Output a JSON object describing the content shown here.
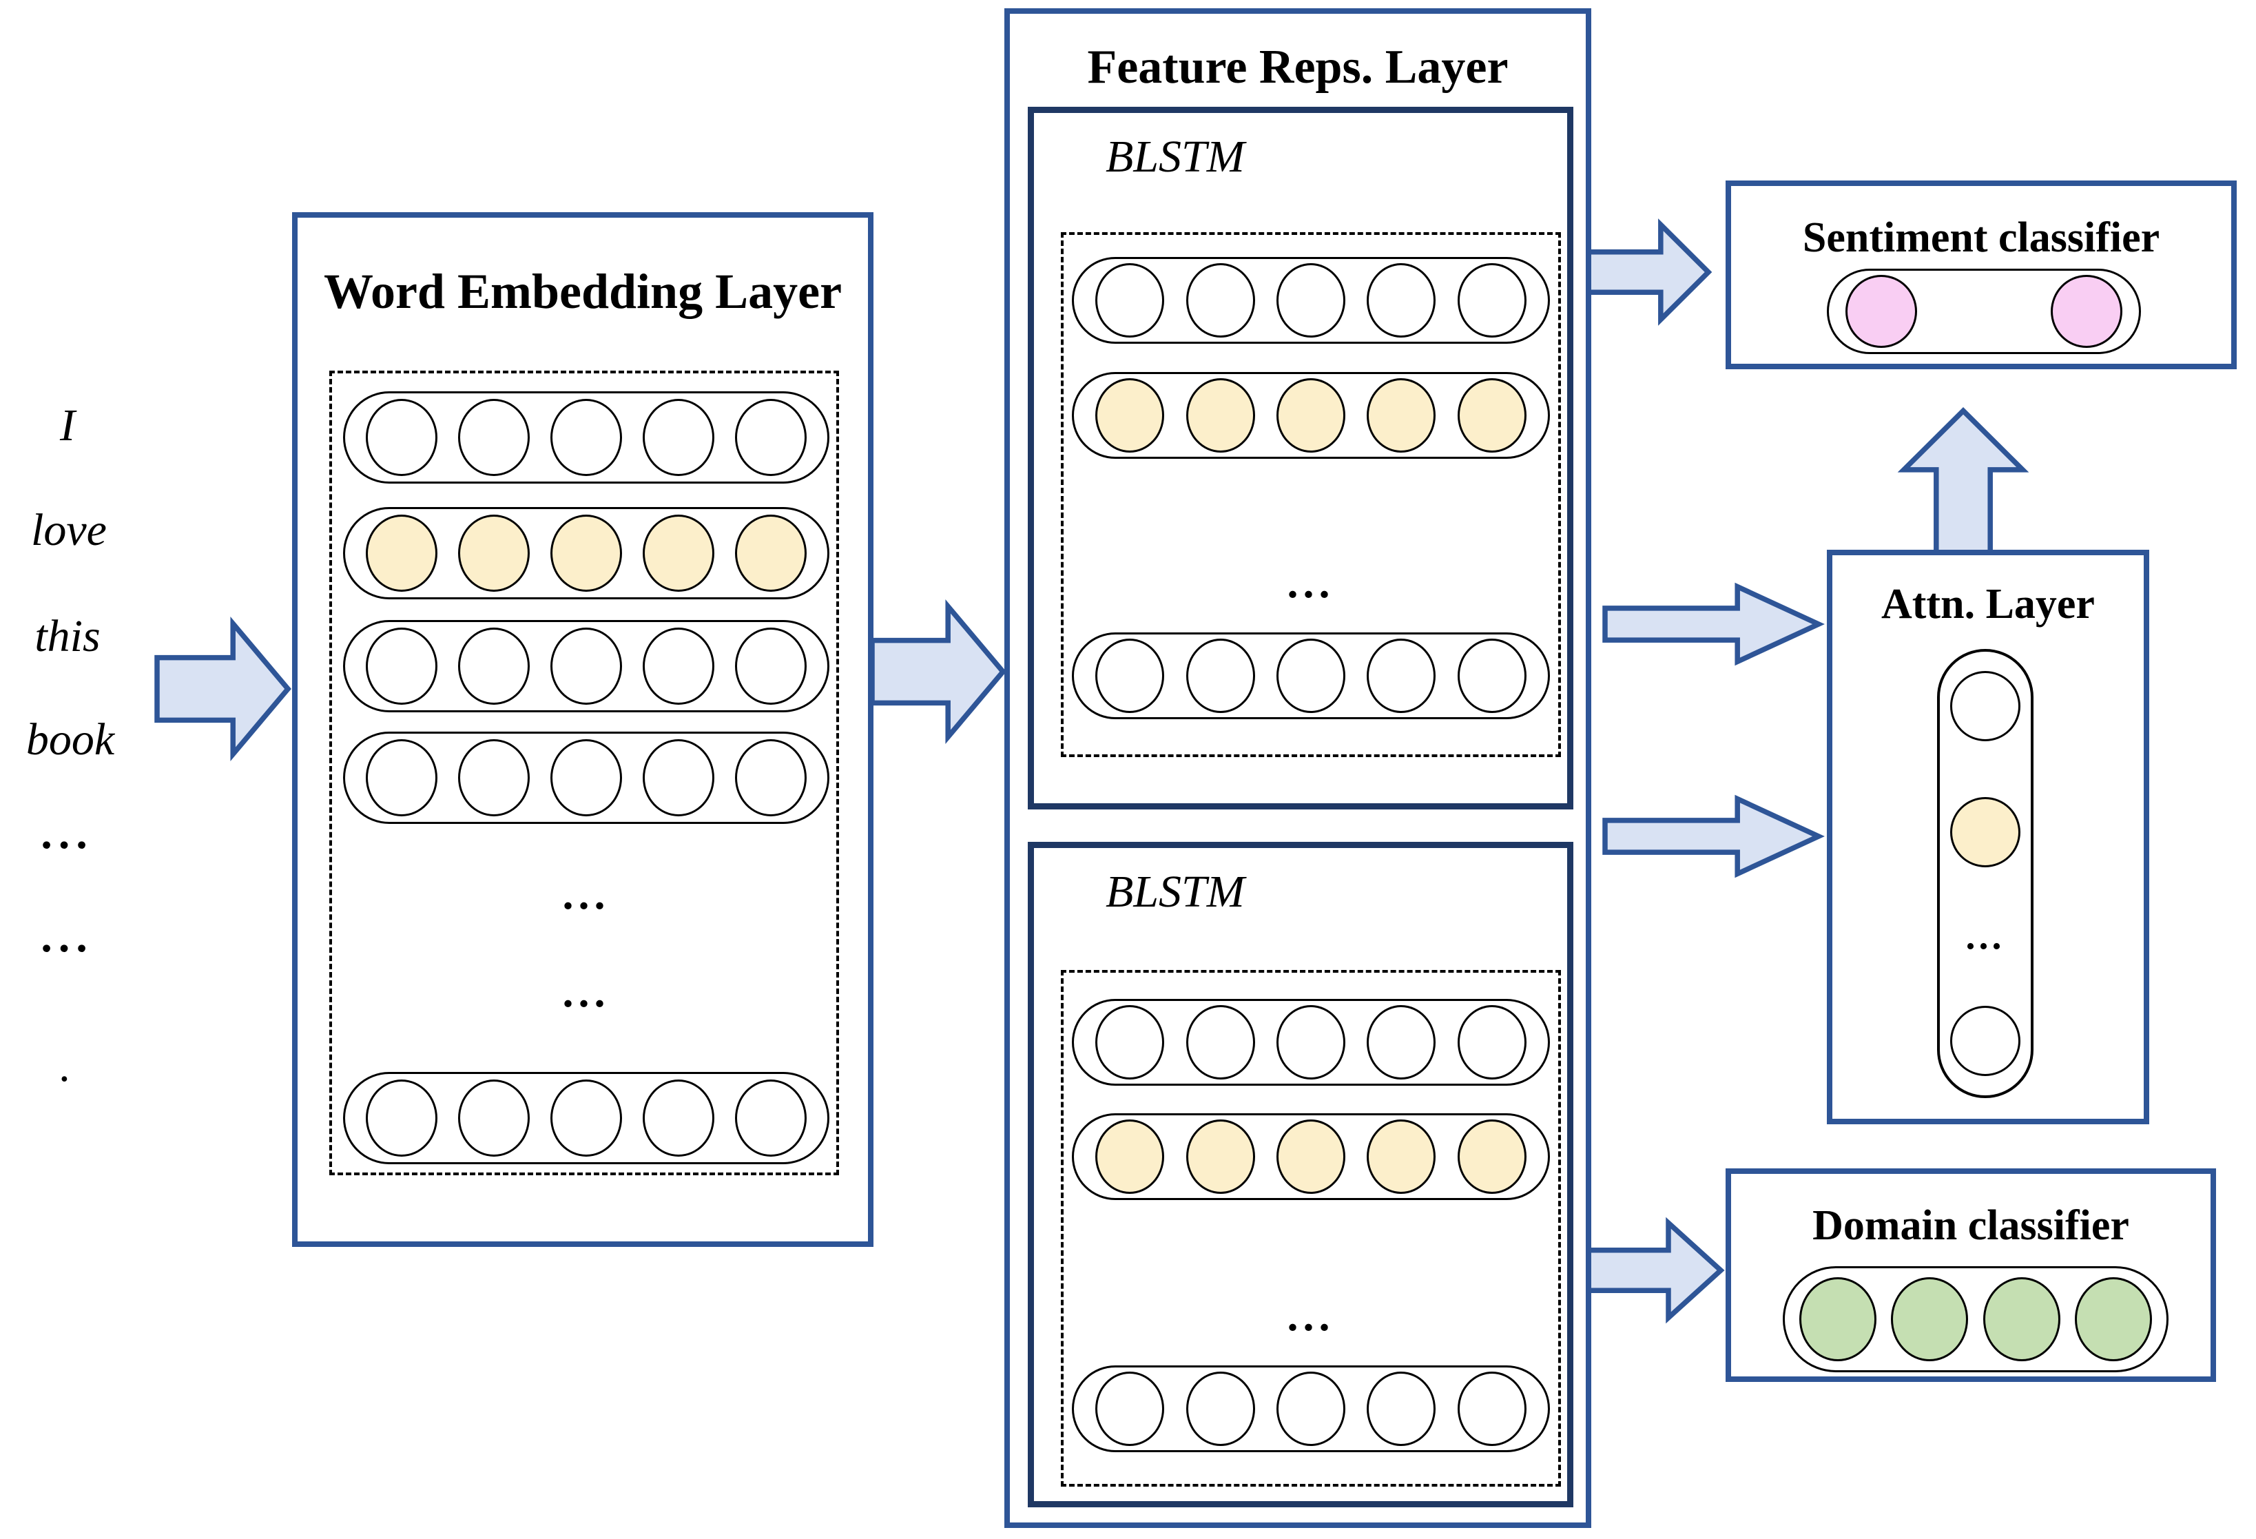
{
  "diagram": {
    "kind": "neural-architecture-diagram",
    "ellipsis": "...",
    "input_text": {
      "words": [
        "I",
        "love",
        "this",
        "book",
        "...",
        "...",
        "."
      ]
    },
    "word_embedding_layer": {
      "title": "Word Embedding Layer",
      "rows": [
        {
          "type": "vector",
          "nodes": 5,
          "fill": "white"
        },
        {
          "type": "vector",
          "nodes": 5,
          "fill": "yellow"
        },
        {
          "type": "vector",
          "nodes": 5,
          "fill": "white"
        },
        {
          "type": "vector",
          "nodes": 5,
          "fill": "white"
        },
        {
          "type": "ellipsis"
        },
        {
          "type": "ellipsis"
        },
        {
          "type": "vector",
          "nodes": 5,
          "fill": "white"
        }
      ]
    },
    "feature_reps_layer": {
      "title": "Feature Reps. Layer",
      "blstm_blocks": [
        {
          "label": "BLSTM",
          "rows": [
            {
              "type": "vector",
              "nodes": 5,
              "fill": "white"
            },
            {
              "type": "vector",
              "nodes": 5,
              "fill": "yellow"
            },
            {
              "type": "ellipsis"
            },
            {
              "type": "vector",
              "nodes": 5,
              "fill": "white"
            }
          ]
        },
        {
          "label": "BLSTM",
          "rows": [
            {
              "type": "vector",
              "nodes": 5,
              "fill": "white"
            },
            {
              "type": "vector",
              "nodes": 5,
              "fill": "yellow"
            },
            {
              "type": "ellipsis"
            },
            {
              "type": "vector",
              "nodes": 5,
              "fill": "white"
            }
          ]
        }
      ]
    },
    "sentiment_classifier": {
      "title": "Sentiment classifier",
      "nodes": 2,
      "fill": "pink"
    },
    "attention_layer": {
      "title": "Attn. Layer",
      "nodes": [
        {
          "type": "node",
          "fill": "white"
        },
        {
          "type": "node",
          "fill": "yellow"
        },
        {
          "type": "ellipsis"
        },
        {
          "type": "node",
          "fill": "white"
        }
      ]
    },
    "domain_classifier": {
      "title": "Domain classifier",
      "nodes": 4,
      "fill": "green"
    },
    "arrows": [
      {
        "name": "input-arrow",
        "from": "input-text",
        "to": "word-embedding-layer",
        "direction": "right"
      },
      {
        "name": "embedding-to-feature-arrow",
        "from": "word-embedding-layer",
        "to": "feature-reps-layer",
        "direction": "right"
      },
      {
        "name": "feature-to-sentiment-arrow",
        "from": "feature-reps-layer",
        "to": "sentiment-classifier",
        "direction": "right"
      },
      {
        "name": "attn-to-sentiment-arrow",
        "from": "attention-layer",
        "to": "sentiment-classifier",
        "direction": "up"
      },
      {
        "name": "feature-to-attn-arrow-1",
        "from": "feature-reps-layer",
        "to": "attention-layer",
        "direction": "right"
      },
      {
        "name": "feature-to-attn-arrow-2",
        "from": "feature-reps-layer",
        "to": "attention-layer",
        "direction": "right"
      },
      {
        "name": "feature-to-domain-arrow",
        "from": "feature-reps-layer",
        "to": "domain-classifier",
        "direction": "right"
      }
    ],
    "colors": {
      "box_border": "#2E5597",
      "blstm_border": "#1F3864",
      "arrow_fill": "#D9E2F3",
      "arrow_border": "#2E5597",
      "node_yellow": "#FCEFCB",
      "node_pink": "#F9CEF3",
      "node_green": "#C5DFB2",
      "node_outline": "#000000",
      "background": "#FFFFFF"
    }
  }
}
